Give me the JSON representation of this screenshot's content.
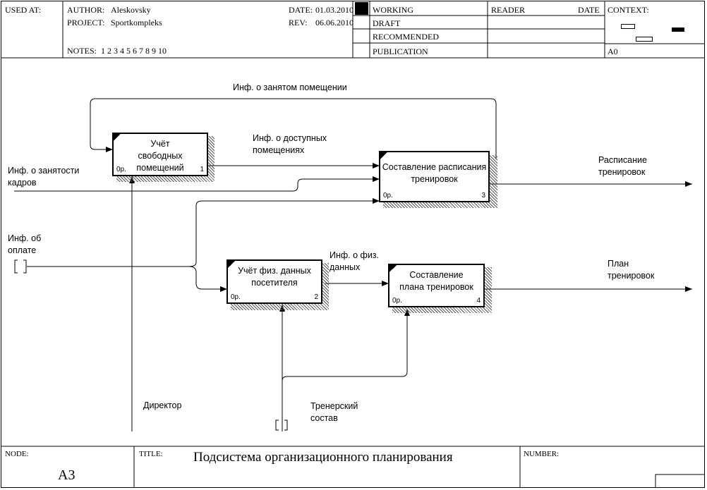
{
  "header": {
    "used_at": "USED AT:",
    "author_label": "AUTHOR:",
    "author": "Aleskovsky",
    "project_label": "PROJECT:",
    "project": "Sportkompleks",
    "notes_label": "NOTES:",
    "notes": "1  2  3  4  5  6  7  8  9  10",
    "date_label": "DATE:",
    "date": "01.03.2010",
    "rev_label": "REV:",
    "rev": "06.06.2010",
    "status": [
      "WORKING",
      "DRAFT",
      "RECOMMENDED",
      "PUBLICATION"
    ],
    "reader": "READER",
    "reader_date": "DATE",
    "context": "CONTEXT:",
    "context_node": "A0"
  },
  "footer": {
    "node_label": "NODE:",
    "node": "A3",
    "title_label": "TITLE:",
    "title": "Подсистема организационного планирования",
    "number_label": "NUMBER:"
  },
  "diagram": {
    "boxes": [
      {
        "title": "Учёт свободных помещений",
        "cost": "0р.",
        "number": "1"
      },
      {
        "title": "Учёт физ. данных посетителя",
        "cost": "0р.",
        "number": "2"
      },
      {
        "title": "Составление расписания тренировок",
        "cost": "0р.",
        "number": "3"
      },
      {
        "title": "Составление плана тренировок",
        "cost": "0р.",
        "number": "4"
      }
    ],
    "arrows": {
      "occupied": "Инф. о занятом помещении",
      "available": "Инф. о доступных помещениях",
      "staff": "Инф. о занятости кадров",
      "payment": "Инф. об оплате",
      "phys": "Инф. о физ. данных",
      "schedule": "Расписание тренировок",
      "plan": "План тренировок",
      "director": "Директор",
      "trainers": "Тренерский состав"
    }
  }
}
